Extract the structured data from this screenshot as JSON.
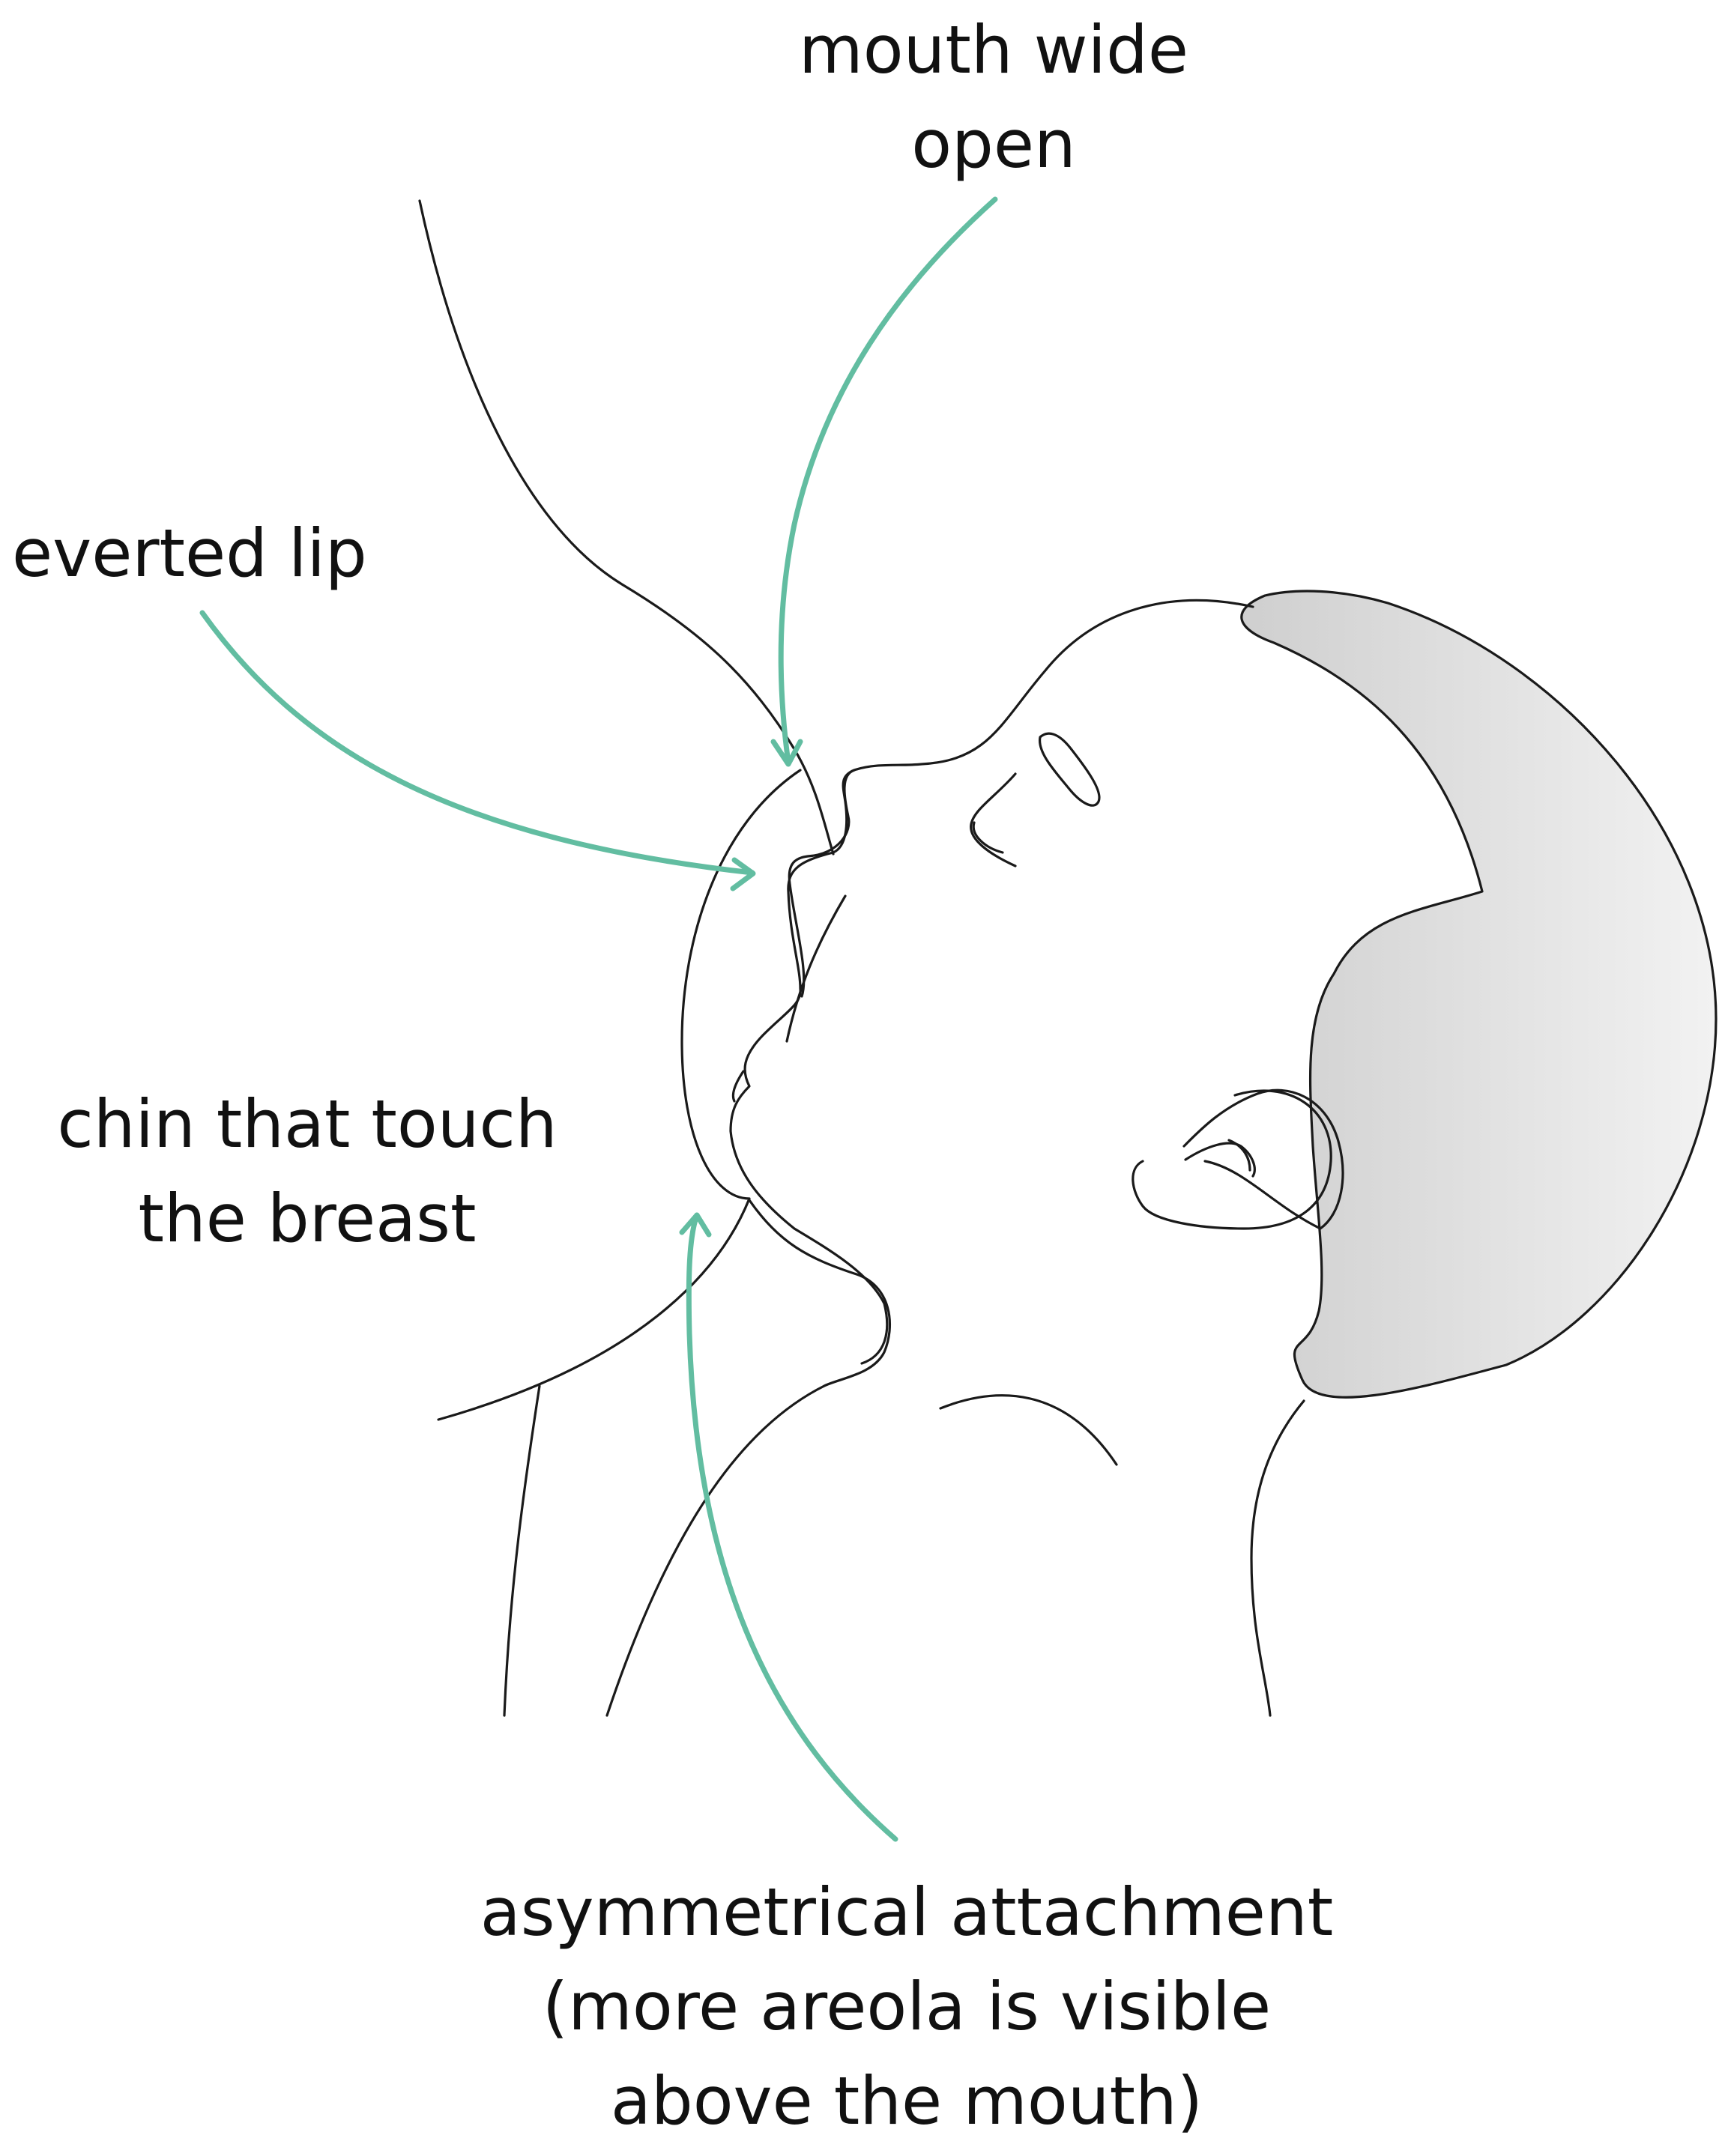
{
  "colors": {
    "accent": "#62bda1",
    "line": "#1a1a1a",
    "hair_gradient_start": "#cfcfcf",
    "hair_gradient_end": "#f2f2f2"
  },
  "labels": {
    "mouth_wide_open": [
      "mouth wide",
      "open"
    ],
    "everted_lip": [
      "everted lip"
    ],
    "chin_touch": [
      "chin that touch",
      "the breast"
    ],
    "asymmetrical": [
      "asymmetrical attachment",
      "(more areola is visible",
      "above the mouth)"
    ]
  }
}
